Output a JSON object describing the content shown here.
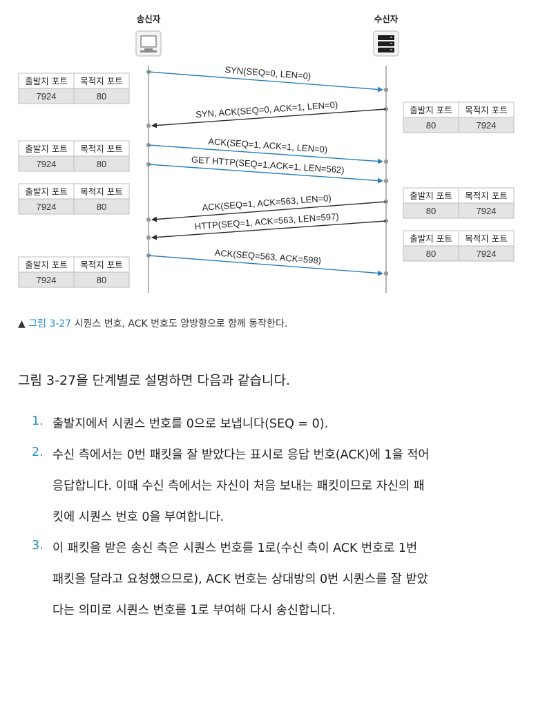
{
  "diagram": {
    "sender_label": "송신자",
    "receiver_label": "수신자",
    "port_header_src": "출발지 포트",
    "port_header_dst": "목적지 포트",
    "left_tables": [
      {
        "src": "7924",
        "dst": "80"
      },
      {
        "src": "7924",
        "dst": "80"
      },
      {
        "src": "7924",
        "dst": "80"
      },
      {
        "src": "7924",
        "dst": "80"
      }
    ],
    "right_tables": [
      {
        "src": "80",
        "dst": "7924"
      },
      {
        "src": "80",
        "dst": "7924"
      },
      {
        "src": "80",
        "dst": "7924"
      }
    ],
    "messages": [
      {
        "label": "SYN(SEQ=0, LEN=0)",
        "direction": "right"
      },
      {
        "label": "SYN, ACK(SEQ=0, ACK=1, LEN=0)",
        "direction": "left"
      },
      {
        "label": "ACK(SEQ=1, ACK=1, LEN=0)",
        "direction": "right"
      },
      {
        "label": "GET HTTP(SEQ=1,ACK=1, LEN=562)",
        "direction": "right"
      },
      {
        "label": "ACK(SEQ=1, ACK=563, LEN=0)",
        "direction": "left"
      },
      {
        "label": "HTTP(SEQ=1, ACK=563, LEN=597)",
        "direction": "left"
      },
      {
        "label": "ACK(SEQ=563, ACK=598)",
        "direction": "right"
      }
    ],
    "colors": {
      "right_arrow": "#2a7fb8",
      "left_arrow": "#2b2b2b",
      "lifeline": "#b5b5b5",
      "table_border": "#bdbdbd",
      "value_bg": "#e4e4e4"
    }
  },
  "caption": {
    "mark": "▲",
    "fig": "그림 3-27",
    "text": " 시퀀스 번호, ACK 번호도 양방향으로 함께 동작한다."
  },
  "intro": "그림 3-27을 단계별로 설명하면 다음과 같습니다.",
  "steps": [
    {
      "num": "1.",
      "lines": [
        "출발지에서 시퀀스 번호를 0으로 보냅니다(SEQ = 0)."
      ]
    },
    {
      "num": "2.",
      "lines": [
        "수신 측에서는 0번 패킷을 잘 받았다는 표시로 응답 번호(ACK)에 1을 적어",
        "응답합니다. 이때 수신 측에서는 자신이 처음 보내는 패킷이므로 자신의 패",
        "킷에 시퀀스 번호 0을 부여합니다."
      ]
    },
    {
      "num": "3.",
      "lines": [
        "이 패킷을 받은 송신 측은 시퀀스 번호를 1로(수신 측이 ACK 번호로 1번",
        "패킷을 달라고 요청했으므로), ACK 번호는 상대방의 0번 시퀀스를 잘 받았",
        "다는 의미로 시퀀스 번호를 1로 부여해 다시 송신합니다."
      ]
    }
  ]
}
